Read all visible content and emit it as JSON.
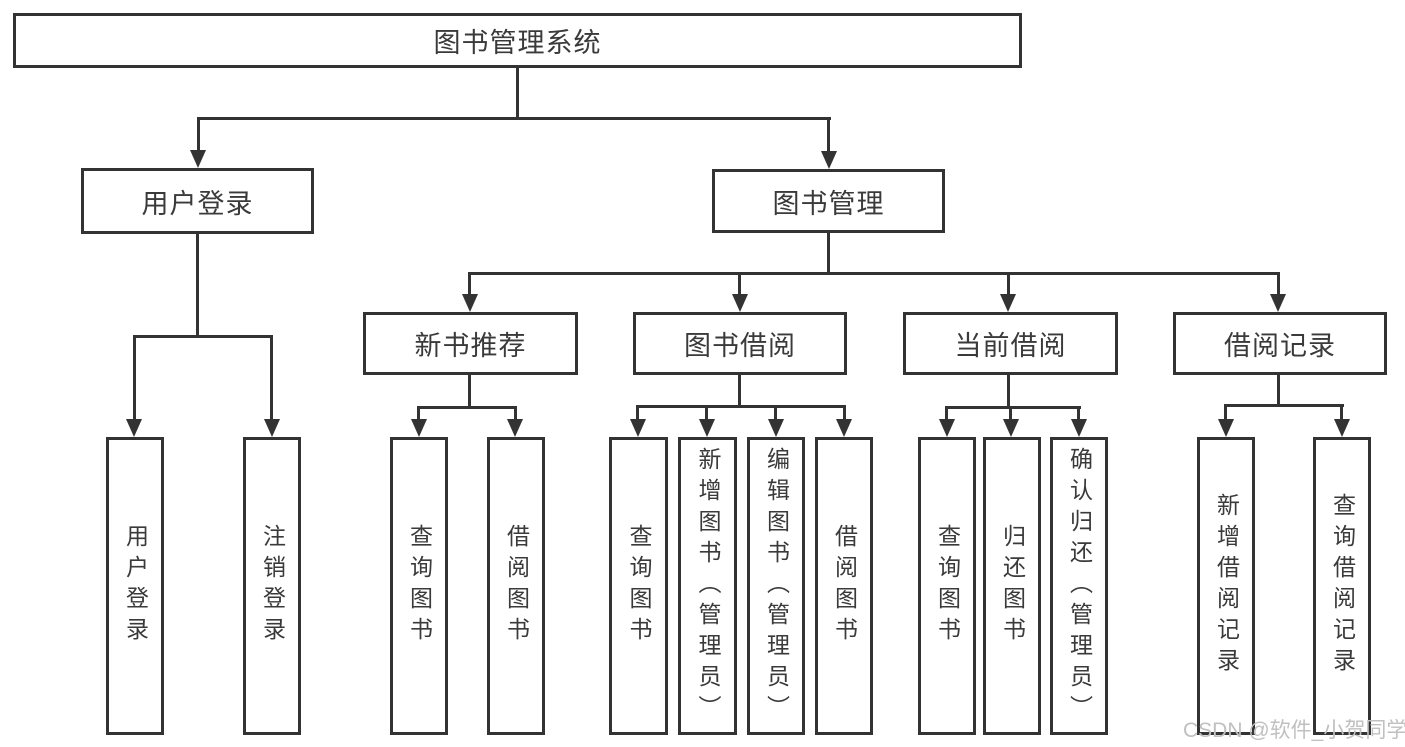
{
  "diagram": {
    "root": {
      "label": "图书管理系统"
    },
    "user_login": {
      "label": "用户登录",
      "children": {
        "login": {
          "label": "用户登录"
        },
        "logout": {
          "label": "注销登录"
        }
      }
    },
    "book_management": {
      "label": "图书管理",
      "new_book_recommendation": {
        "label": "新书推荐",
        "children": {
          "query_books": {
            "label": "查询图书"
          },
          "borrow_books": {
            "label": "借阅图书"
          }
        }
      },
      "book_borrowing": {
        "label": "图书借阅",
        "children": {
          "query_books": {
            "label": "查询图书"
          },
          "add_books_admin": {
            "label": "新增图书（管理员）"
          },
          "edit_books_admin": {
            "label": "编辑图书（管理员）"
          },
          "borrow_books": {
            "label": "借阅图书"
          }
        }
      },
      "current_borrowing": {
        "label": "当前借阅",
        "children": {
          "query_books": {
            "label": "查询图书"
          },
          "return_books": {
            "label": "归还图书"
          },
          "confirm_return_admin": {
            "label": "确认归还（管理员）"
          }
        }
      },
      "borrowing_records": {
        "label": "借阅记录",
        "children": {
          "add_record": {
            "label": "新增借阅记录"
          },
          "query_record": {
            "label": "查询借阅记录"
          }
        }
      }
    }
  },
  "watermark": {
    "text": "CSDN @软件_小贺同学"
  },
  "colors": {
    "line": "#333333",
    "text": "#3a3a3a",
    "watermark": "#c0c0c0",
    "background": "#ffffff"
  }
}
